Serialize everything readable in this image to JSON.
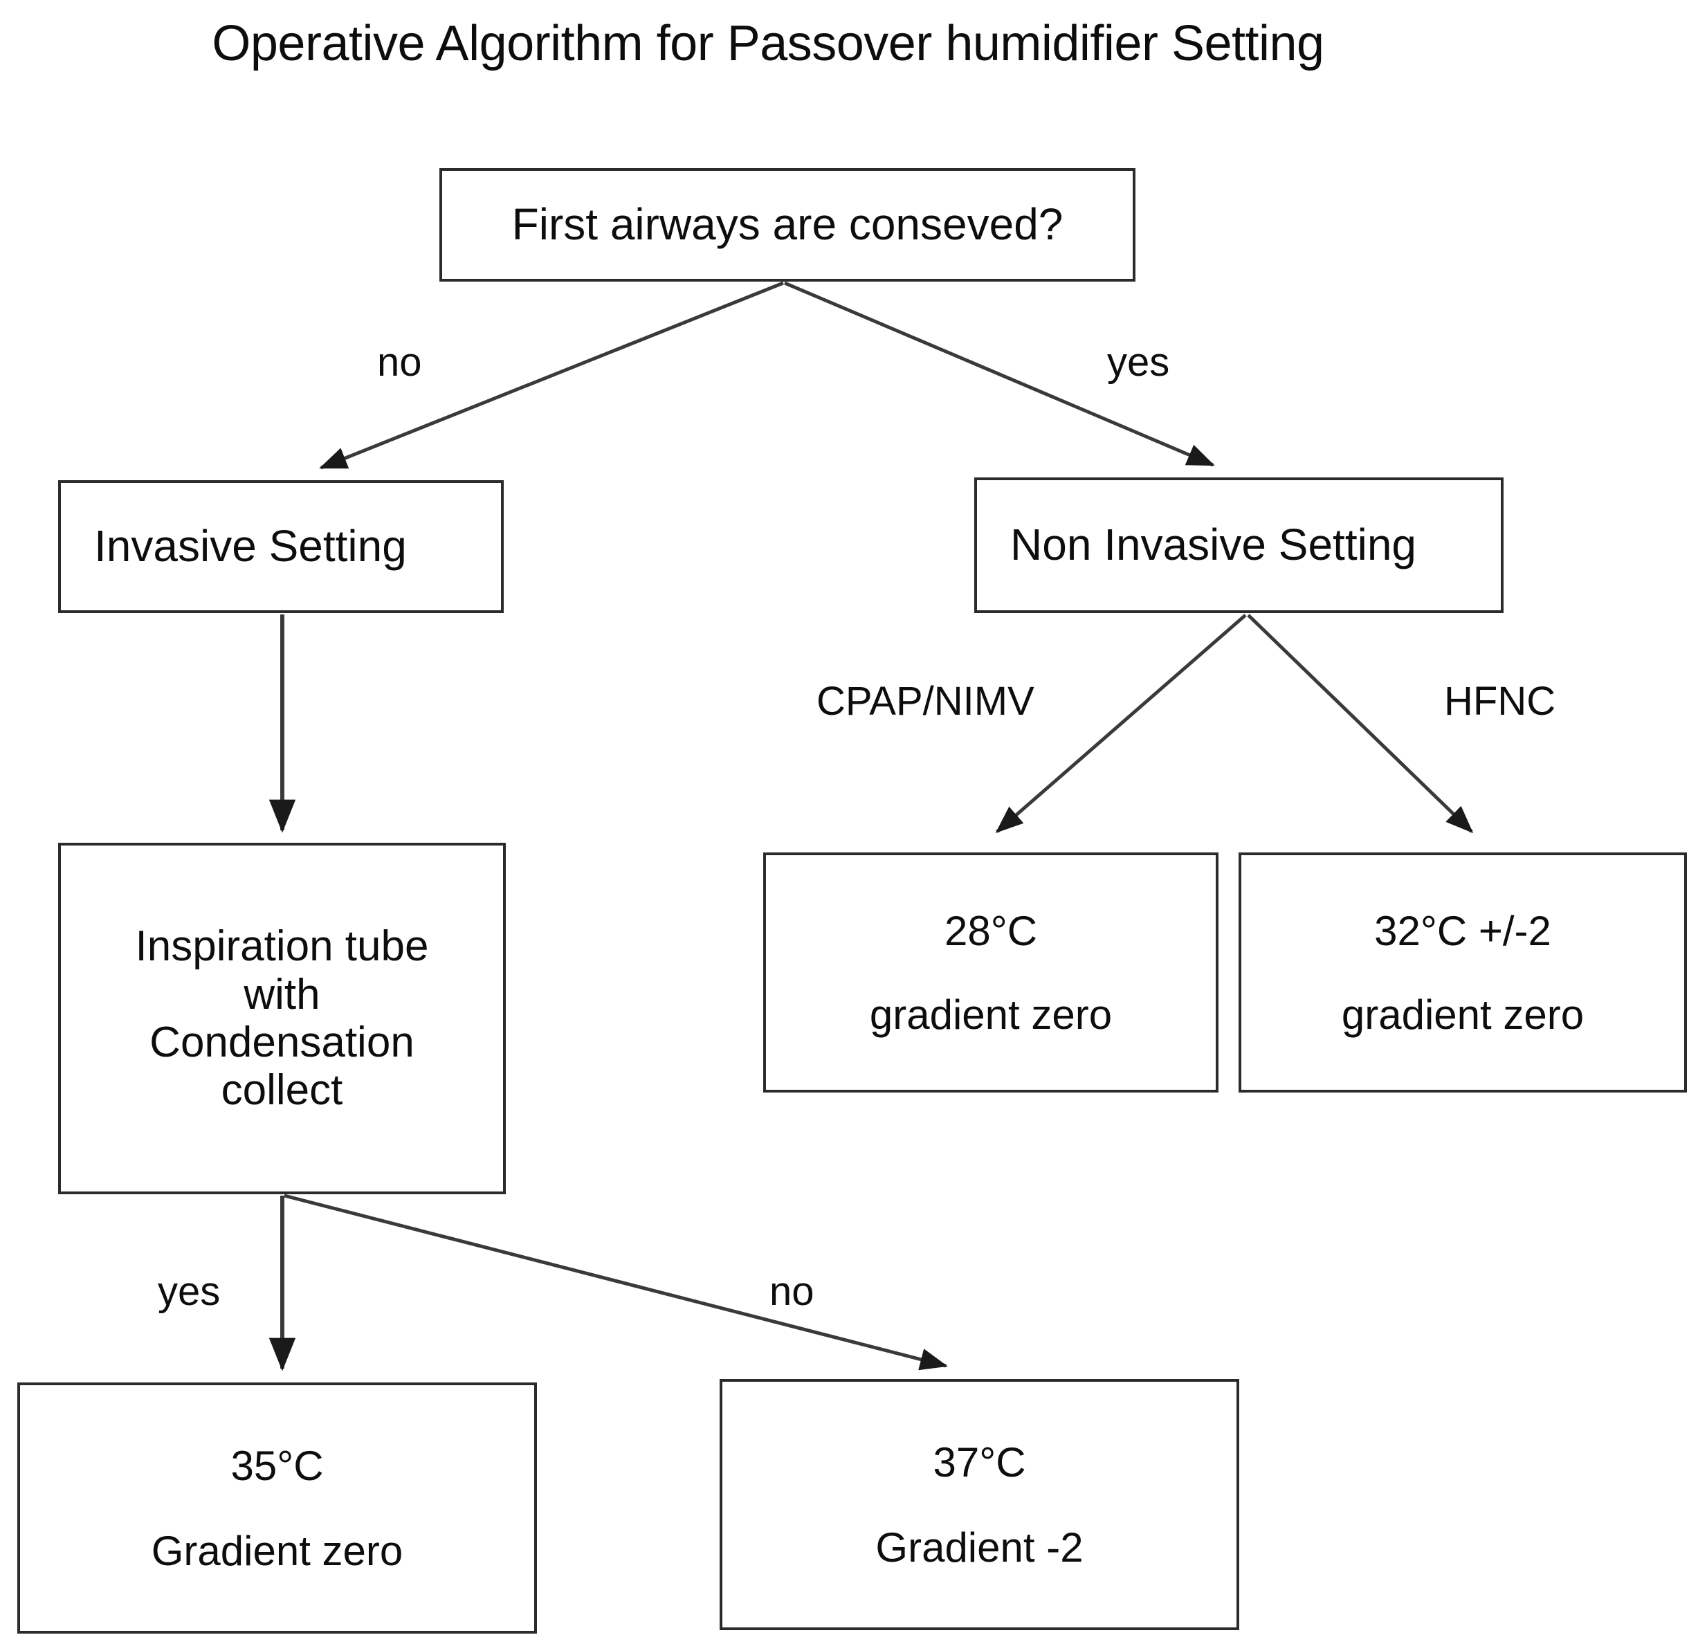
{
  "title": "Operative Algorithm for Passover humidifier Setting",
  "colors": {
    "background": "#ffffff",
    "box_border": "#2b2b2b",
    "text": "#0d0d0d",
    "edge": "#3a3a3a"
  },
  "nodes": {
    "first_airways": {
      "text": "First airways are conseved?"
    },
    "invasive": {
      "text": "Invasive Setting"
    },
    "non_invasive": {
      "text": "Non Invasive Setting"
    },
    "inspiration": {
      "line1": "Inspiration tube",
      "line2": "with",
      "line3": "Condensation",
      "line4": "collect"
    },
    "cpap_target": {
      "line1": "28°C",
      "line2": "gradient zero"
    },
    "hfnc_target": {
      "line1": "32°C +/-2",
      "line2": "gradient zero"
    },
    "yes_result": {
      "line1": "35°C",
      "line2": "Gradient zero"
    },
    "no_result": {
      "line1": "37°C",
      "line2": "Gradient -2"
    }
  },
  "edge_labels": {
    "no_top": "no",
    "yes_top": "yes",
    "cpap_nimv": "CPAP/NIMV",
    "hfnc": "HFNC",
    "yes_bottom": "yes",
    "no_bottom": "no"
  },
  "chart_data": {
    "type": "diagram",
    "subtype": "flowchart",
    "title": "Operative Algorithm for Passover humidifier Setting",
    "nodes": [
      {
        "id": "first_airways",
        "label": "First airways are conseved?",
        "shape": "rectangle"
      },
      {
        "id": "invasive",
        "label": "Invasive Setting",
        "shape": "rectangle"
      },
      {
        "id": "non_invasive",
        "label": "Non Invasive Setting",
        "shape": "rectangle"
      },
      {
        "id": "inspiration",
        "label": "Inspiration tube with Condensation collect",
        "shape": "rectangle"
      },
      {
        "id": "cpap_target",
        "label": "28°C gradient zero",
        "shape": "rectangle"
      },
      {
        "id": "hfnc_target",
        "label": "32°C +/-2 gradient zero",
        "shape": "rectangle"
      },
      {
        "id": "yes_result",
        "label": "35°C Gradient zero",
        "shape": "rectangle"
      },
      {
        "id": "no_result",
        "label": "37°C Gradient -2",
        "shape": "rectangle"
      }
    ],
    "edges": [
      {
        "from": "first_airways",
        "to": "invasive",
        "label": "no"
      },
      {
        "from": "first_airways",
        "to": "non_invasive",
        "label": "yes"
      },
      {
        "from": "invasive",
        "to": "inspiration",
        "label": ""
      },
      {
        "from": "non_invasive",
        "to": "cpap_target",
        "label": "CPAP/NIMV"
      },
      {
        "from": "non_invasive",
        "to": "hfnc_target",
        "label": "HFNC"
      },
      {
        "from": "inspiration",
        "to": "yes_result",
        "label": "yes"
      },
      {
        "from": "inspiration",
        "to": "no_result",
        "label": "no"
      }
    ]
  }
}
